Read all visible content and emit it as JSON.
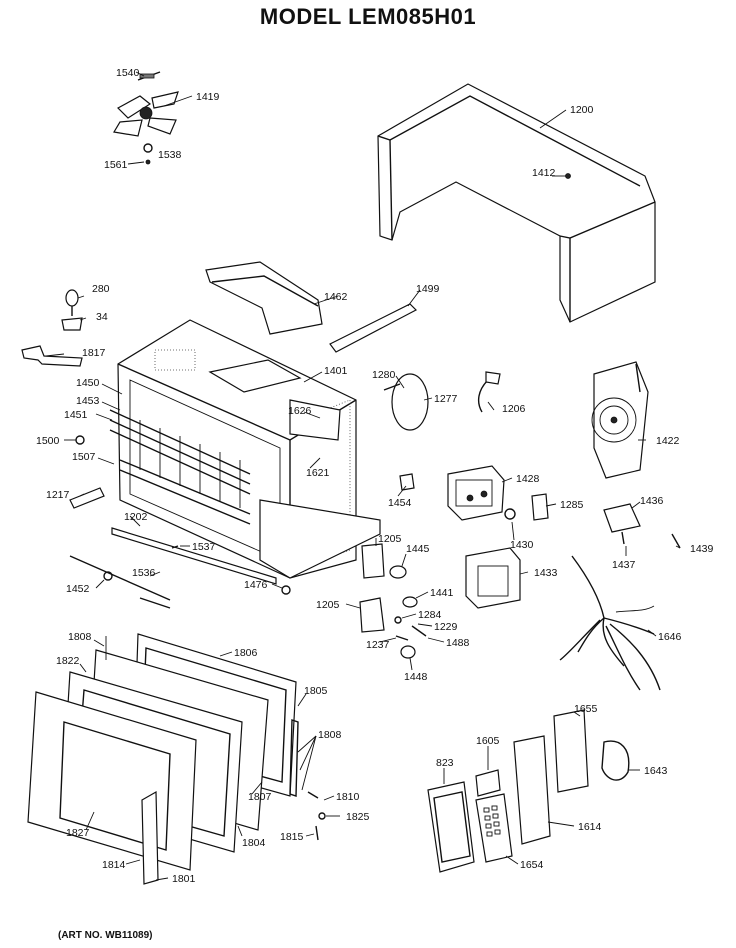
{
  "title": "MODEL LEM085H01",
  "art_no": "(ART NO. WB11089)",
  "parts": {
    "p1540": "1540",
    "p1419": "1419",
    "p1561": "1561",
    "p1538": "1538",
    "p1200": "1200",
    "p1412": "1412",
    "p280": "280",
    "p34": "34",
    "p1817": "1817",
    "p1462": "1462",
    "p1499": "1499",
    "p1401": "1401",
    "p1450": "1450",
    "p1453": "1453",
    "p1451": "1451",
    "p1500": "1500",
    "p1507": "1507",
    "p1626": "1626",
    "p1621": "1621",
    "p1280": "1280",
    "p1277": "1277",
    "p1206": "1206",
    "p1422": "1422",
    "p1217": "1217",
    "p1202": "1202",
    "p1454": "1454",
    "p1428": "1428",
    "p1285": "1285",
    "p1436": "1436",
    "p1437": "1437",
    "p1439": "1439",
    "p1537": "1537",
    "p1536": "1536",
    "p1205a": "1205",
    "p1445": "1445",
    "p1430": "1430",
    "p1452": "1452",
    "p1476": "1476",
    "p1433": "1433",
    "p1205b": "1205",
    "p1441": "1441",
    "p1284": "1284",
    "p1229": "1229",
    "p1237": "1237",
    "p1488": "1488",
    "p1448": "1448",
    "p1646": "1646",
    "p1808a": "1808",
    "p1806": "1806",
    "p1822": "1822",
    "p1805": "1805",
    "p1808b": "1808",
    "p1655": "1655",
    "p1605": "1605",
    "p823": "823",
    "p1643": "1643",
    "p1810": "1810",
    "p1825": "1825",
    "p1614": "1614",
    "p1827": "1827",
    "p1807": "1807",
    "p1804": "1804",
    "p1815": "1815",
    "p1654": "1654",
    "p1814": "1814",
    "p1801": "1801"
  }
}
